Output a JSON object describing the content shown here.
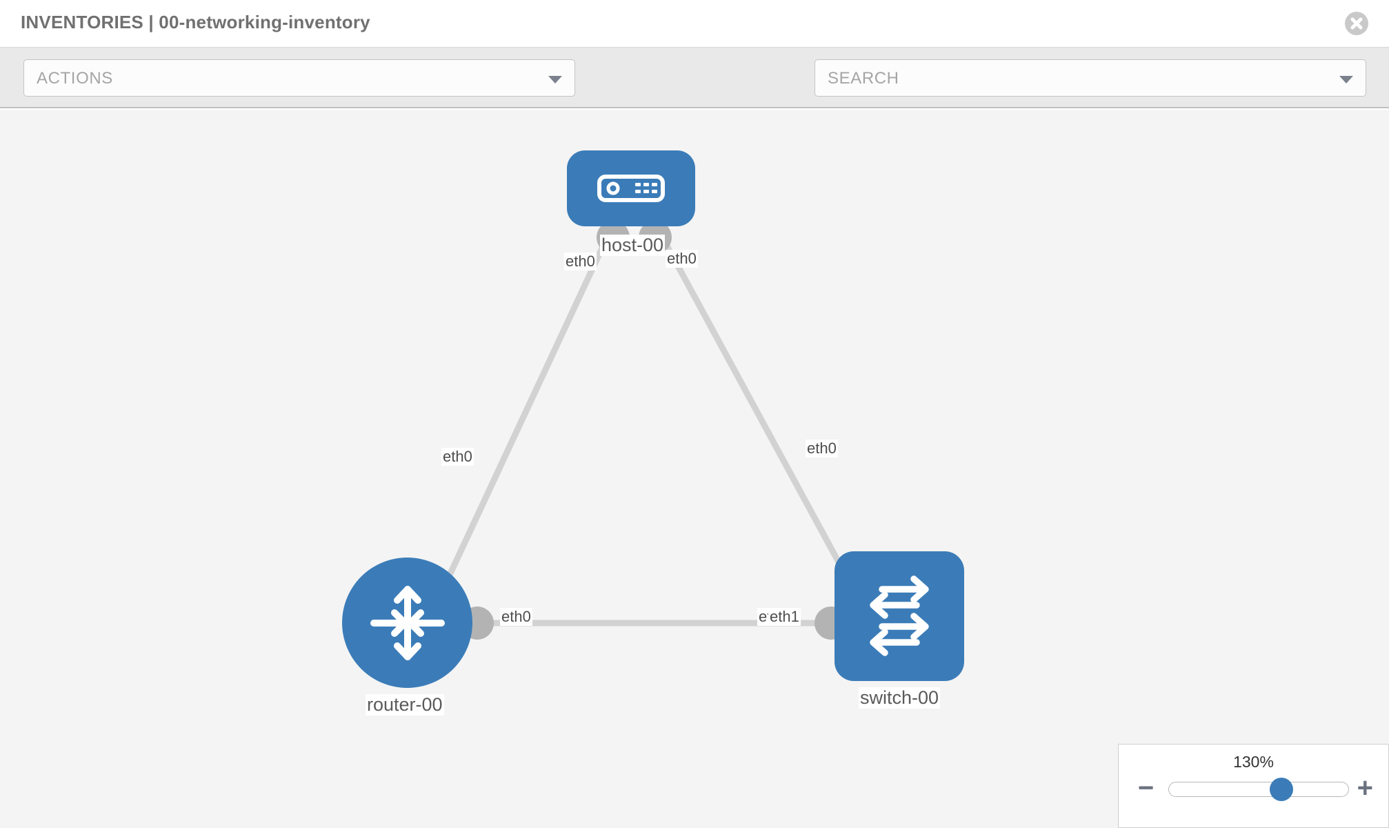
{
  "header": {
    "title": "INVENTORIES | 00-networking-inventory",
    "close_icon": "close-icon"
  },
  "toolbar": {
    "actions": {
      "label": "ACTIONS",
      "caret_icon": "chevron-down-icon"
    },
    "search": {
      "placeholder": "SEARCH",
      "caret_icon": "chevron-down-icon"
    },
    "wrench_icon": "wrench-icon",
    "key_icon": "key-icon"
  },
  "topology": {
    "accent_color": "#3b7cb8",
    "link_color": "#d2d2d2",
    "connector_color": "#b3b3b3",
    "canvas_color": "#f4f4f4",
    "nodes": [
      {
        "id": "host-00",
        "label": "host-00",
        "type": "host",
        "icon": "server-icon"
      },
      {
        "id": "router-00",
        "label": "router-00",
        "type": "router",
        "icon": "router-arrows-icon"
      },
      {
        "id": "switch-00",
        "label": "switch-00",
        "type": "switch",
        "icon": "switch-arrows-icon"
      }
    ],
    "links": [
      {
        "from": "host-00",
        "to": "router-00",
        "from_iface": "eth0",
        "to_iface": "eth0"
      },
      {
        "from": "host-00",
        "to": "switch-00",
        "from_iface": "eth0",
        "to_iface": "eth0"
      },
      {
        "from": "router-00",
        "to": "switch-00",
        "from_iface": "eth0",
        "to_iface": "eth1"
      }
    ],
    "interface_labels": {
      "host_left": "eth0",
      "host_right": "eth0",
      "router_up": "eth0",
      "switch_up": "eth0",
      "router_right": "eth0",
      "switch_left_a": "eth",
      "switch_left_b": "eth1"
    }
  },
  "zoom_control": {
    "value": "130%",
    "minus_label": "−",
    "plus_label": "+",
    "minus_icon": "minus-icon",
    "plus_icon": "plus-icon"
  }
}
